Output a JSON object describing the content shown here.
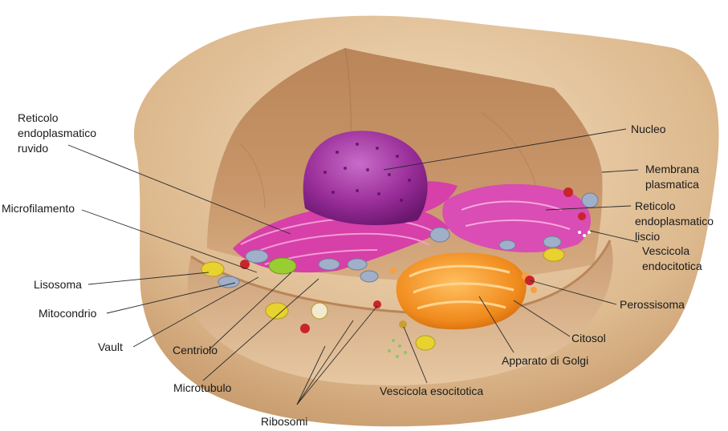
{
  "labels": {
    "rer_1": "Reticolo",
    "rer_2": "endoplasmatico",
    "rer_3": "ruvido",
    "nucleo": "Nucleo",
    "membrana_1": "Membrana",
    "membrana_2": "plasmatica",
    "microfilamento": "Microfilamento",
    "rel_1": "Reticolo",
    "rel_2": "endoplasmatico",
    "rel_3": "liscio",
    "vescicola_endo_1": "Vescicola",
    "vescicola_endo_2": "endocitotica",
    "lisosoma": "Lisosoma",
    "mitocondrio": "Mitocondrio",
    "perossisoma": "Perossisoma",
    "vault": "Vault",
    "centriolo": "Centriolo",
    "citosol": "Citosol",
    "apparato_golgi": "Apparato di Golgi",
    "microtubulo": "Microtubulo",
    "vescicola_eso": "Vescicola esocitotica",
    "ribosomi": "Ribosomi"
  },
  "colors": {
    "membrane": "#dcb98f",
    "cytoplasm": "#c9976a",
    "nucleus": "#8e2a8e",
    "er": "#d640a8",
    "golgi": "#f08a1c",
    "mitochondria": "#9fb0c8",
    "lysosome": "#e8d230",
    "vesicle_green": "#9acd32",
    "peroxisome": "#c8242c"
  }
}
